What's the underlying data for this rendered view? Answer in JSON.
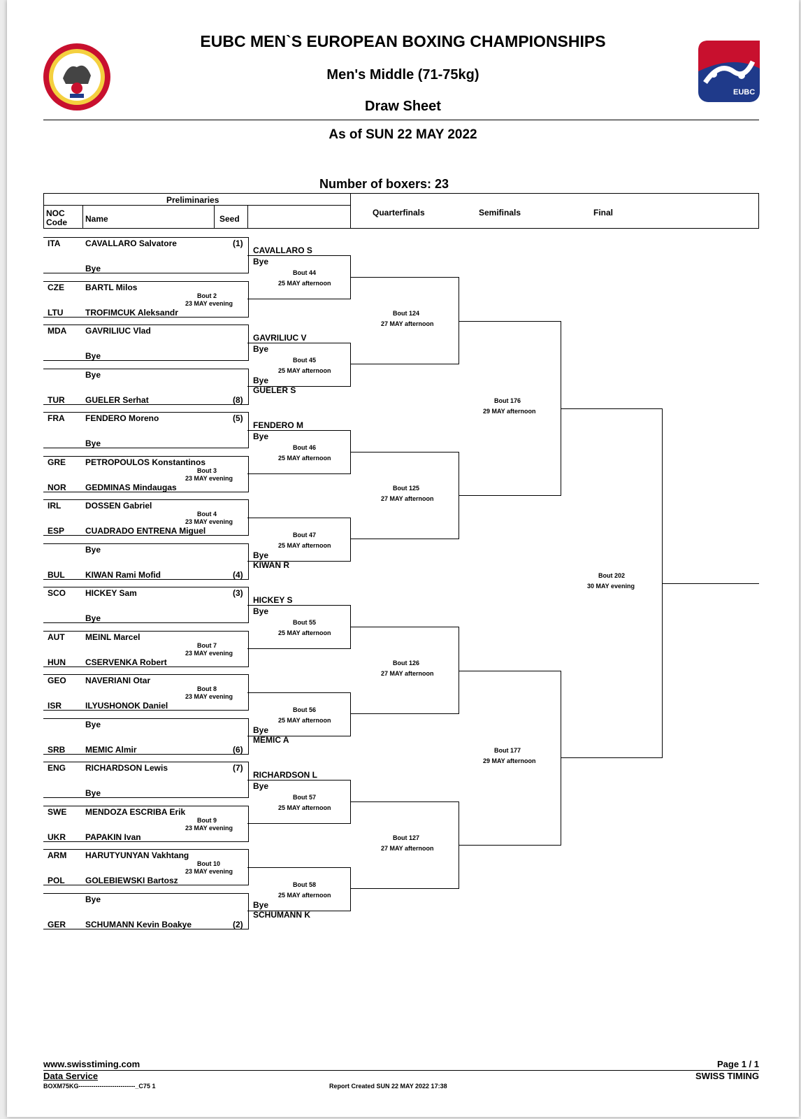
{
  "header": {
    "title": "EUBC MEN`S EUROPEAN BOXING CHAMPIONSHIPS",
    "subtitle": "Men's Middle (71-75kg)",
    "doc_type": "Draw Sheet",
    "as_of": "As of SUN 22 MAY 2022",
    "num_boxers": "Number of boxers: 23",
    "logo_right_text": "EUBC"
  },
  "table_header": {
    "preliminaries": "Preliminaries",
    "noc": "NOC",
    "code": "Code",
    "name": "Name",
    "seed": "Seed",
    "quarterfinals": "Quarterfinals",
    "semifinals": "Semifinals",
    "final": "Final"
  },
  "entries": [
    {
      "noc": "ITA",
      "name": "CAVALLARO Salvatore",
      "seed": "(1)"
    },
    {
      "noc": "",
      "name": "Bye",
      "seed": ""
    },
    {
      "noc": "CZE",
      "name": "BARTL Milos",
      "seed": ""
    },
    {
      "noc": "LTU",
      "name": "TROFIMCUK Aleksandr",
      "seed": ""
    },
    {
      "noc": "MDA",
      "name": "GAVRILIUC Vlad",
      "seed": ""
    },
    {
      "noc": "",
      "name": "Bye",
      "seed": ""
    },
    {
      "noc": "",
      "name": "Bye",
      "seed": ""
    },
    {
      "noc": "TUR",
      "name": "GUELER Serhat",
      "seed": "(8)"
    },
    {
      "noc": "FRA",
      "name": "FENDERO Moreno",
      "seed": "(5)"
    },
    {
      "noc": "",
      "name": "Bye",
      "seed": ""
    },
    {
      "noc": "GRE",
      "name": "PETROPOULOS Konstantinos",
      "seed": ""
    },
    {
      "noc": "NOR",
      "name": "GEDMINAS Mindaugas",
      "seed": ""
    },
    {
      "noc": "IRL",
      "name": "DOSSEN Gabriel",
      "seed": ""
    },
    {
      "noc": "ESP",
      "name": "CUADRADO ENTRENA Miguel",
      "seed": ""
    },
    {
      "noc": "",
      "name": "Bye",
      "seed": ""
    },
    {
      "noc": "BUL",
      "name": "KIWAN Rami Mofid",
      "seed": "(4)"
    },
    {
      "noc": "SCO",
      "name": "HICKEY Sam",
      "seed": "(3)"
    },
    {
      "noc": "",
      "name": "Bye",
      "seed": ""
    },
    {
      "noc": "AUT",
      "name": "MEINL Marcel",
      "seed": ""
    },
    {
      "noc": "HUN",
      "name": "CSERVENKA Robert",
      "seed": ""
    },
    {
      "noc": "GEO",
      "name": "NAVERIANI Otar",
      "seed": ""
    },
    {
      "noc": "ISR",
      "name": "ILYUSHONOK Daniel",
      "seed": ""
    },
    {
      "noc": "",
      "name": "Bye",
      "seed": ""
    },
    {
      "noc": "SRB",
      "name": "MEMIC Almir",
      "seed": "(6)"
    },
    {
      "noc": "ENG",
      "name": "RICHARDSON Lewis",
      "seed": "(7)"
    },
    {
      "noc": "",
      "name": "Bye",
      "seed": ""
    },
    {
      "noc": "SWE",
      "name": "MENDOZA ESCRIBA Erik",
      "seed": ""
    },
    {
      "noc": "UKR",
      "name": "PAPAKIN Ivan",
      "seed": ""
    },
    {
      "noc": "ARM",
      "name": "HARUTYUNYAN Vakhtang",
      "seed": ""
    },
    {
      "noc": "POL",
      "name": "GOLEBIEWSKI Bartosz",
      "seed": ""
    },
    {
      "noc": "",
      "name": "Bye",
      "seed": ""
    },
    {
      "noc": "GER",
      "name": "SCHUMANN Kevin Boakye",
      "seed": "(2)"
    }
  ],
  "prelim_bouts": [
    {
      "bout": "",
      "date": ""
    },
    {
      "bout": "Bout 2",
      "date": "23 MAY evening"
    },
    {
      "bout": "",
      "date": ""
    },
    {
      "bout": "",
      "date": ""
    },
    {
      "bout": "",
      "date": ""
    },
    {
      "bout": "Bout 3",
      "date": "23 MAY evening"
    },
    {
      "bout": "Bout 4",
      "date": "23 MAY evening"
    },
    {
      "bout": "",
      "date": ""
    },
    {
      "bout": "",
      "date": ""
    },
    {
      "bout": "Bout 7",
      "date": "23 MAY evening"
    },
    {
      "bout": "Bout 8",
      "date": "23 MAY evening"
    },
    {
      "bout": "",
      "date": ""
    },
    {
      "bout": "",
      "date": ""
    },
    {
      "bout": "Bout 9",
      "date": "23 MAY evening"
    },
    {
      "bout": "Bout 10",
      "date": "23 MAY evening"
    },
    {
      "bout": "",
      "date": ""
    }
  ],
  "r16": [
    {
      "top": "CAVALLARO S",
      "top2": "Bye",
      "bottom": "",
      "bottom2": "",
      "bout": "Bout 44",
      "date": "25 MAY afternoon"
    },
    {
      "top": "GAVRILIUC V",
      "top2": "Bye",
      "bottom": "Bye",
      "bottom2": "GUELER S",
      "bout": "Bout 45",
      "date": "25 MAY afternoon"
    },
    {
      "top": "FENDERO M",
      "top2": "Bye",
      "bottom": "",
      "bottom2": "",
      "bout": "Bout 46",
      "date": "25 MAY afternoon"
    },
    {
      "top": "",
      "top2": "",
      "bottom": "Bye",
      "bottom2": "KIWAN R",
      "bout": "Bout 47",
      "date": "25 MAY afternoon"
    },
    {
      "top": "HICKEY S",
      "top2": "Bye",
      "bottom": "",
      "bottom2": "",
      "bout": "Bout 55",
      "date": "25 MAY afternoon"
    },
    {
      "top": "",
      "top2": "",
      "bottom": "Bye",
      "bottom2": "MEMIC A",
      "bout": "Bout 56",
      "date": "25 MAY afternoon"
    },
    {
      "top": "RICHARDSON L",
      "top2": "Bye",
      "bottom": "",
      "bottom2": "",
      "bout": "Bout 57",
      "date": "25 MAY afternoon"
    },
    {
      "top": "",
      "top2": "",
      "bottom": "Bye",
      "bottom2": "SCHUMANN K",
      "bout": "Bout 58",
      "date": "25 MAY afternoon"
    }
  ],
  "qf": [
    {
      "bout": "Bout 124",
      "date": "27 MAY afternoon"
    },
    {
      "bout": "Bout 125",
      "date": "27 MAY afternoon"
    },
    {
      "bout": "Bout 126",
      "date": "27 MAY afternoon"
    },
    {
      "bout": "Bout 127",
      "date": "27 MAY afternoon"
    }
  ],
  "sf": [
    {
      "bout": "Bout 176",
      "date": "29 MAY afternoon"
    },
    {
      "bout": "Bout 177",
      "date": "29 MAY afternoon"
    }
  ],
  "final": {
    "bout": "Bout 202",
    "date": "30 MAY evening"
  },
  "footer": {
    "website": "www.swisstiming.com",
    "data_service": "Data Service",
    "code": "BOXM75KG---------------------------_C75 1",
    "report_created": "Report Created  SUN 22 MAY 2022 17:38",
    "page": "Page 1 / 1",
    "brand": "SWISS TIMING"
  },
  "colors": {
    "eubc_red": "#c8102e",
    "eubc_blue": "#1f3a8a",
    "gold": "#d4a017"
  }
}
